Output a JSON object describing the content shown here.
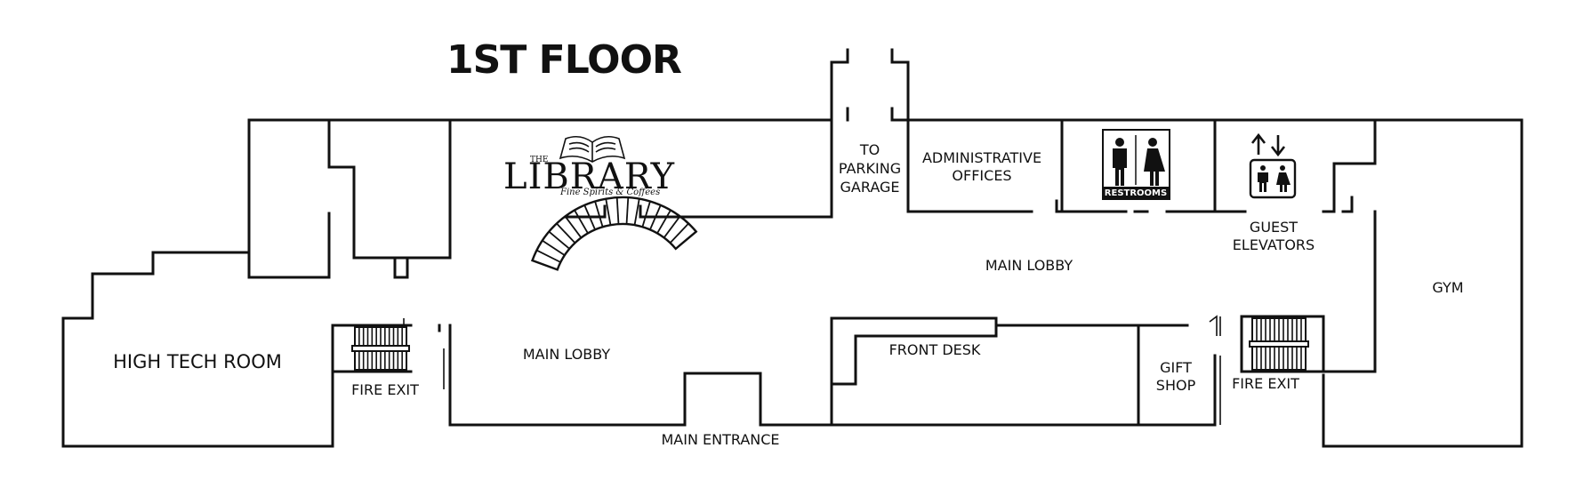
{
  "floor_title": "1ST FLOOR",
  "rooms": {
    "high_tech_room": "HIGH TECH ROOM",
    "main_lobby_west": "MAIN LOBBY",
    "main_lobby_east": "MAIN LOBBY",
    "front_desk": "FRONT DESK",
    "gift_shop_line1": "GIFT",
    "gift_shop_line2": "SHOP",
    "gym": "GYM",
    "admin_line1": "ADMINISTRATIVE",
    "admin_line2": "OFFICES",
    "parking_line1": "TO",
    "parking_line2": "PARKING",
    "parking_line3": "GARAGE",
    "elevators_line1": "GUEST",
    "elevators_line2": "ELEVATORS"
  },
  "exits": {
    "fire_exit_west": "FIRE EXIT",
    "fire_exit_east": "FIRE EXIT",
    "main_entrance": "MAIN ENTRANCE"
  },
  "logo": {
    "the": "THE",
    "name": "LIBRARY",
    "tagline": "Fine Spirits & Coffees"
  },
  "restroom_sign": "RESTROOMS",
  "icons": [
    "restroom-sign-icon",
    "elevator-sign-icon",
    "library-logo-icon",
    "spiral-staircase-icon",
    "stairwell-icon"
  ]
}
